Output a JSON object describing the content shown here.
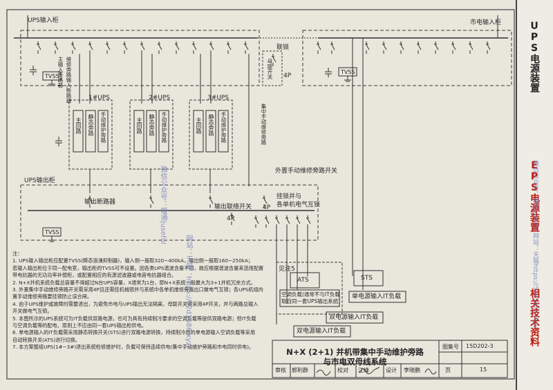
{
  "labels": {
    "ups_input_cabinet": "UPS输入柜",
    "mains_input_cabinet": "市电输入柜",
    "interlock": "联锁",
    "main_input_breaker": "主输入断路器",
    "maint_bypass_input_breaker": "维修旁路输入断路器",
    "main_bus_tie": "母联开关",
    "four_p": "4P",
    "tvss": "TVSS",
    "ups1": "1#UPS",
    "ups2": "2#UPS",
    "ups3": "3#UPS",
    "main_circuit": "主回路",
    "static_bypass": "静态旁路",
    "manual_maint_bypass": "手动维护旁路",
    "central_manual_bypass": "集中手动维修旁路",
    "ext_manual_bypass_switch": "外置手动维修旁路开关",
    "ups_output_cabinet": "UPS输出柜",
    "output_breaker": "输出断路器",
    "output_tie_switch": "输出联络开关",
    "interlock_with_units_1": "挂锁并与",
    "interlock_with_units_2": "各单机电气互锁",
    "see_note5": "见注5",
    "ats": "ATS",
    "sts": "STS",
    "ac_load_1": "空调负载(通常不与IT负载",
    "ac_load_2": "取自同一套UPS输出系统)",
    "single_input_it": "单电源输入IT负载",
    "dual_input_it": "双电源输入IT负载",
    "dual_input_it_2": "双电源输入IT负载"
  },
  "notes": {
    "heading": "注：",
    "lines": [
      "1. UPS输入输出柜应配置TVSS(瞬态浪涌抑制器)，输入侧一般取320~400kA，输出侧一般取160~250kA；",
      "   若输入输出柜位于同一配电室，输出柜的TVSS可不设置。因各类UPS谐波含量不同，故应根据谐波含量来选用配置",
      "   带电抗器的无功功率补偿柜，或配置相应的有源滤波器或电容电抗器组合。",
      "2. N+X并机系统负载总容量不得超过N台UPS容量，X通常为1台，即N+X系统一般最大为3+1并机冗余方式。",
      "3. 外置集中手动维修旁路开关需采用4P且还需挂机械锁并与系统中各单机维修旁路出口做电气互锁；各UPS机组内",
      "   置手动维修旁路要挂锁防止误合闸。",
      "4. 由于UPS维护或故障时需要退出，为避免市电与UPS输出无法隔离，母联开关需采用4P开关，并与两路总输入",
      "   开关做电气互锁。",
      "5. 本图所示的UPS系统可为IT负载供双路电源，也可为具有持续制冷要求的空调负载等提供双路电源；但IT负载",
      "   与空调负载等的配电，原则上不应由同一套UPS输出柜供电。",
      "6. 单电源输入的IT负载需采用静态转换开关(STS)进行双路电源转换，持续制冷用的单电源输入空调负载等采用",
      "   自动转换开关(ATS)进行切换。",
      "7. 本方案整组UPS(1#~3#)退出系统检修维护时，负载可保持连续供电(集中手动维护旁路和市电同时供电)。"
    ]
  },
  "title_block": {
    "title_line1": "N+X (2+1) 并机带集中手动维护旁路",
    "title_line2": "与市电双母线系统",
    "atlas_no_label": "图集号",
    "atlas_no": "15D202-3",
    "page_label": "页",
    "page_no": "15",
    "review_label": "审核",
    "review_name": "郭利群",
    "check_label": "校对",
    "check_name": "江峰",
    "design_label": "设计",
    "design_name": "李晓鹏"
  },
  "sidebar": {
    "section1": "UPS电源装置",
    "section2": "EPS电源装置",
    "section3": "相关技术资料"
  },
  "watermark": {
    "text_a": "微信公众号：暖通|useful",
    "text_b": "网站：天猫：https://52d1686.xyz/",
    "text_c": "微信公众号：暖通|useful 网站：天猫https://52d1686.xyz/"
  },
  "colors": {
    "line": "#2e2e2e",
    "dash": "#3a3a3a",
    "accent": "#c0180f",
    "watermark": "#6b7bb8"
  }
}
